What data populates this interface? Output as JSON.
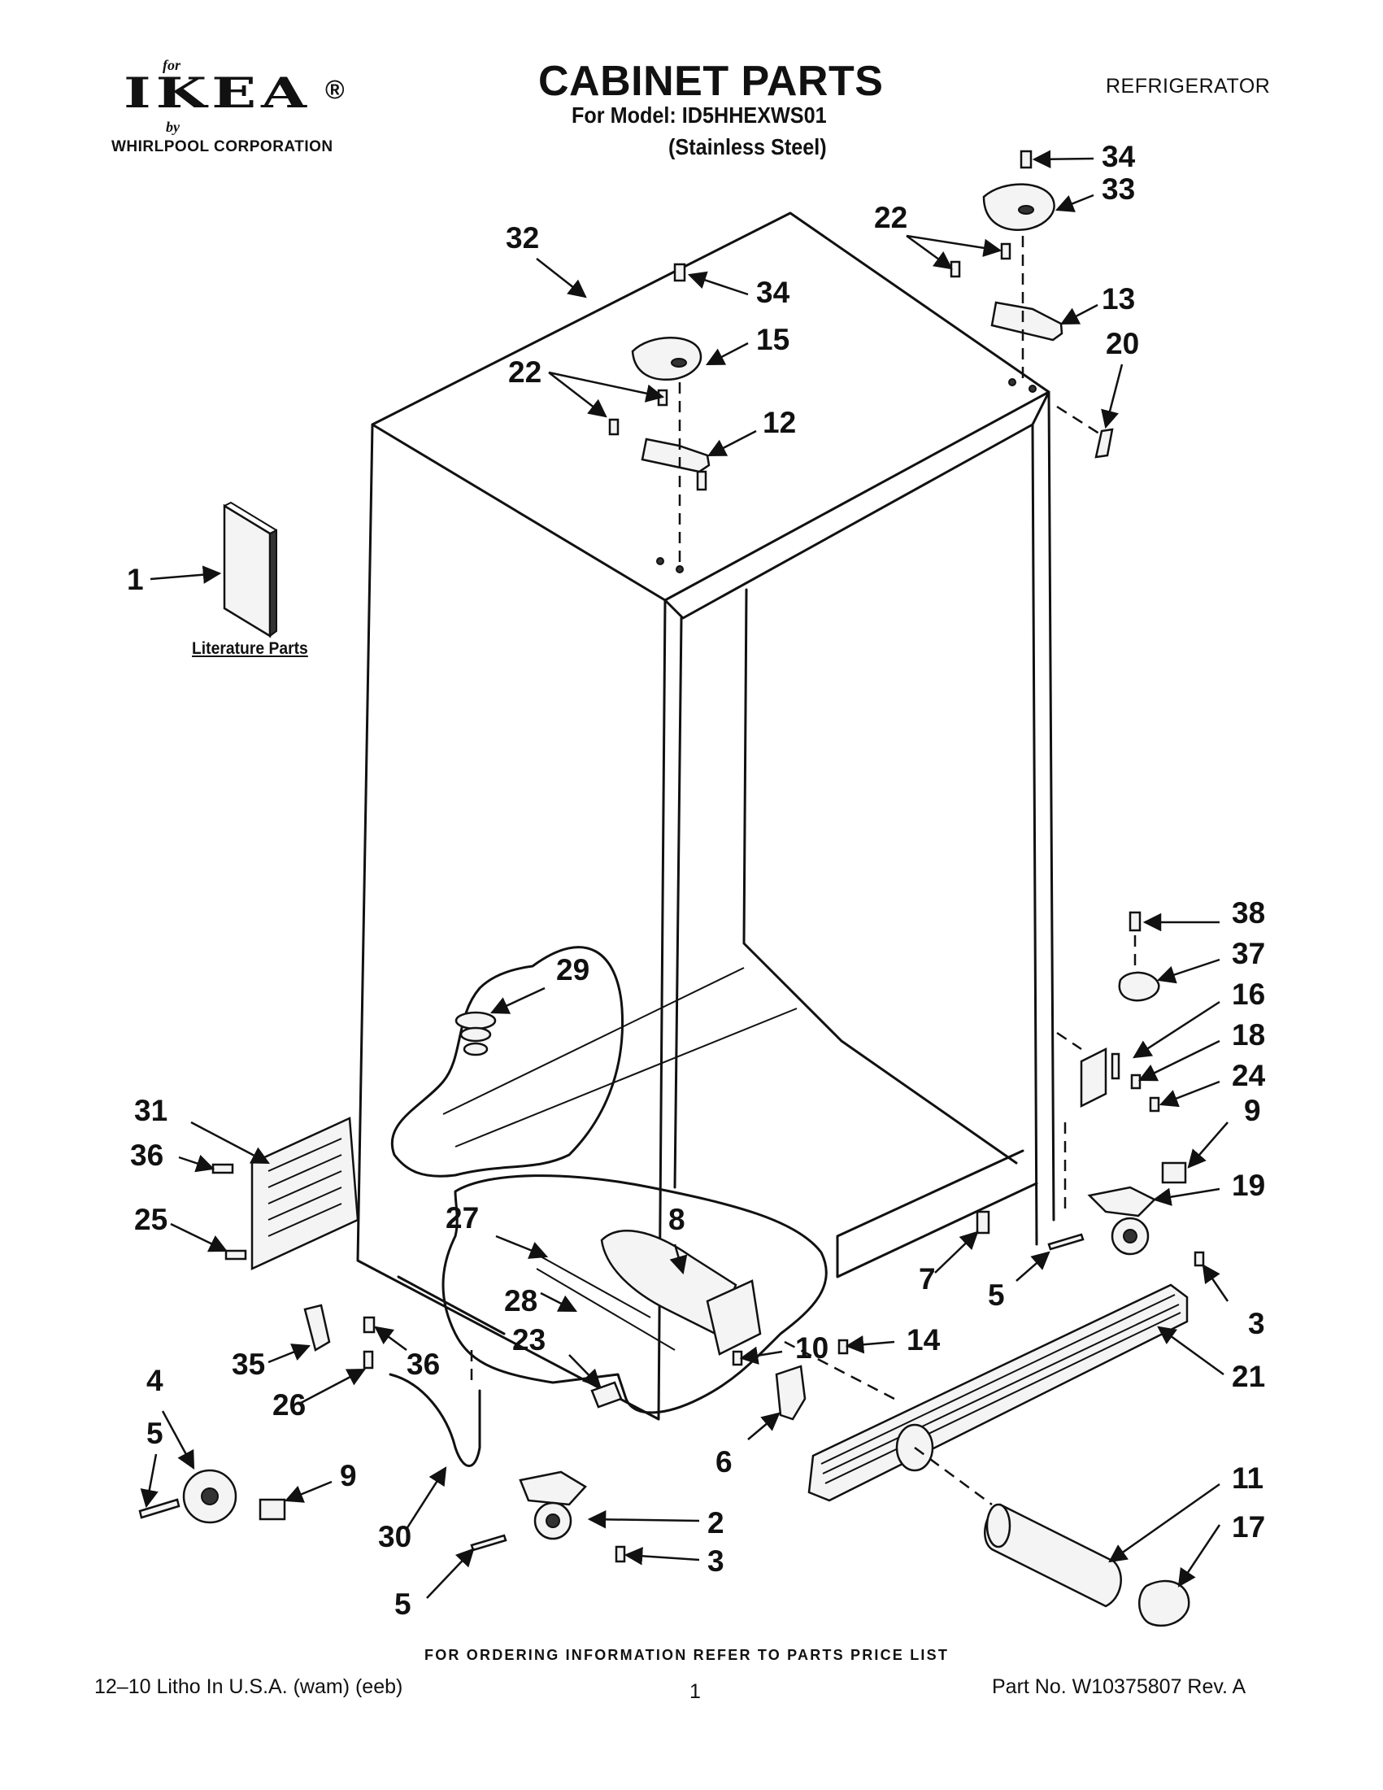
{
  "header": {
    "logo_for": "for",
    "logo_brand": "IKEA",
    "logo_registered": "®",
    "logo_by": "by",
    "logo_corporation": "WHIRLPOOL CORPORATION",
    "title": "CABINET PARTS",
    "model_line": "For Model: ID5HHEXWS01",
    "finish_line": "(Stainless Steel)",
    "category": "REFRIGERATOR"
  },
  "literature_label": "Literature Parts",
  "callouts": [
    "1",
    "2",
    "3",
    "3",
    "4",
    "5",
    "5",
    "5",
    "6",
    "7",
    "8",
    "9",
    "9",
    "10",
    "11",
    "12",
    "13",
    "14",
    "15",
    "16",
    "17",
    "18",
    "19",
    "20",
    "21",
    "22",
    "22",
    "23",
    "24",
    "25",
    "26",
    "27",
    "28",
    "29",
    "30",
    "31",
    "32",
    "33",
    "34",
    "34",
    "35",
    "36",
    "36",
    "37",
    "38"
  ],
  "footer": {
    "ordering_note": "FOR ORDERING INFORMATION REFER TO PARTS PRICE LIST",
    "litho": "12–10 Litho In U.S.A. (wam) (eeb)",
    "page_number": "1",
    "part_number": "Part No. W10375807 Rev. A"
  }
}
